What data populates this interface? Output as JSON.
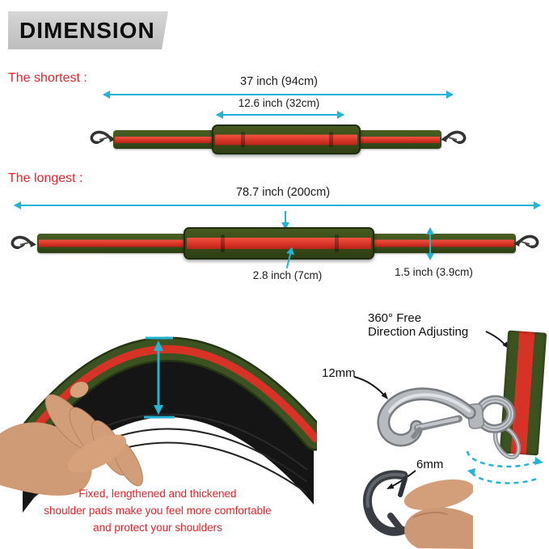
{
  "title": "DIMENSION",
  "sections": {
    "shortest": {
      "label": "The shortest :",
      "total_length": "37 inch (94cm)",
      "pad_length": "12.6 inch (32cm)"
    },
    "longest": {
      "label": "The longest :",
      "total_length": "78.7 inch (200cm)",
      "pad_width": "2.8 inch (7cm)",
      "strap_width": "1.5 inch (3.9cm)"
    }
  },
  "shoulder_pad_note": {
    "lines": [
      "Fixed, lengthened and thickened",
      "shoulder pads make you feel more comfortable",
      "and protect your shoulders"
    ]
  },
  "swivel_info": {
    "label_lines": [
      "360° Free",
      "Direction Adjusting"
    ],
    "hook_width": "12mm",
    "carabiner_width": "6mm"
  },
  "colors": {
    "accent": "#23b3d3",
    "red_text": "#e8232b",
    "strap_green": "#3c5220",
    "strap_red": "#d63226",
    "header_bg": "#bdbdbd"
  }
}
